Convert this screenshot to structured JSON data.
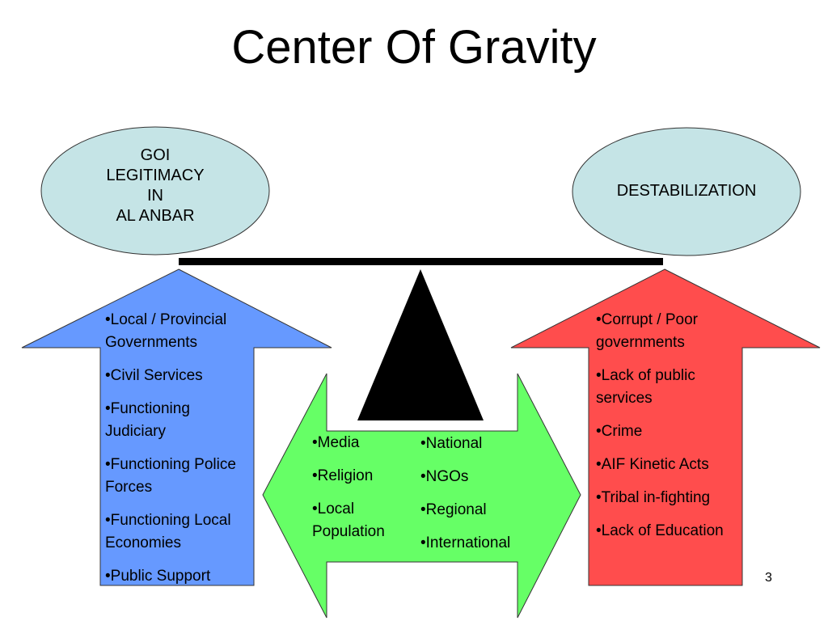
{
  "title": "Center Of Gravity",
  "left_oval": {
    "lines": [
      "GOI",
      "LEGITIMACY",
      "IN",
      "AL ANBAR"
    ]
  },
  "right_oval": {
    "label": "DESTABILIZATION"
  },
  "left_arrow": {
    "items": [
      "•Local / Provincial Governments",
      "•Civil Services",
      "•Functioning Judiciary",
      "•Functioning Police Forces",
      "•Functioning Local Economies",
      "•Public Support"
    ]
  },
  "right_arrow": {
    "items": [
      "•Corrupt / Poor governments",
      "•Lack of public services",
      "•Crime",
      "•AIF Kinetic Acts",
      "•Tribal in-fighting",
      "•Lack of Education"
    ]
  },
  "center_arrow": {
    "left_items": [
      "•Media",
      "•Religion",
      "•Local Population"
    ],
    "right_items": [
      "•National",
      "•NGOs",
      "•Regional",
      "•International"
    ]
  },
  "page_number": "3",
  "colors": {
    "oval_fill": "#c5e4e6",
    "left_arrow_fill": "#6699ff",
    "right_arrow_fill": "#ff4d4d",
    "center_arrow_fill": "#66ff66",
    "beam": "#000000",
    "fulcrum": "#000000"
  }
}
